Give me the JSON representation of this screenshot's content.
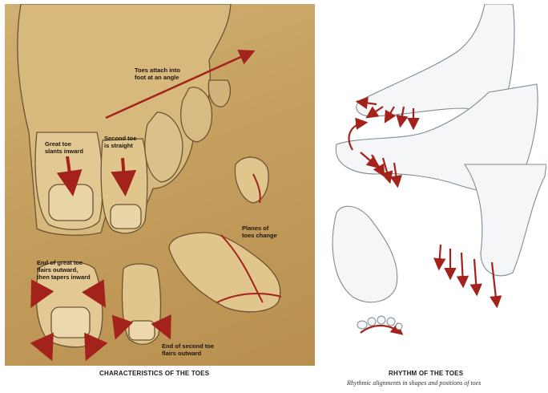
{
  "left_panel": {
    "labels": {
      "attach": "Toes attach into\nfoot at an angle",
      "great_toe": "Great toe\nslants inward",
      "second_toe": "Second toe\nis straight",
      "planes": "Planes of\ntoes change",
      "end_great": "End of great toe\nflairs outward,\nthen tapers inward",
      "end_second": "End of second toe\nflairs outward"
    },
    "caption": "CHARACTERISTICS OF THE TOES"
  },
  "right_panel": {
    "caption": "RHYTHM OF THE TOES",
    "subcaption": "Rhythmic alignments in shapes and positions of toes"
  },
  "colors": {
    "arrow": "#a3221b",
    "panel": "#c8a362",
    "sketch": "#7f8c93"
  }
}
